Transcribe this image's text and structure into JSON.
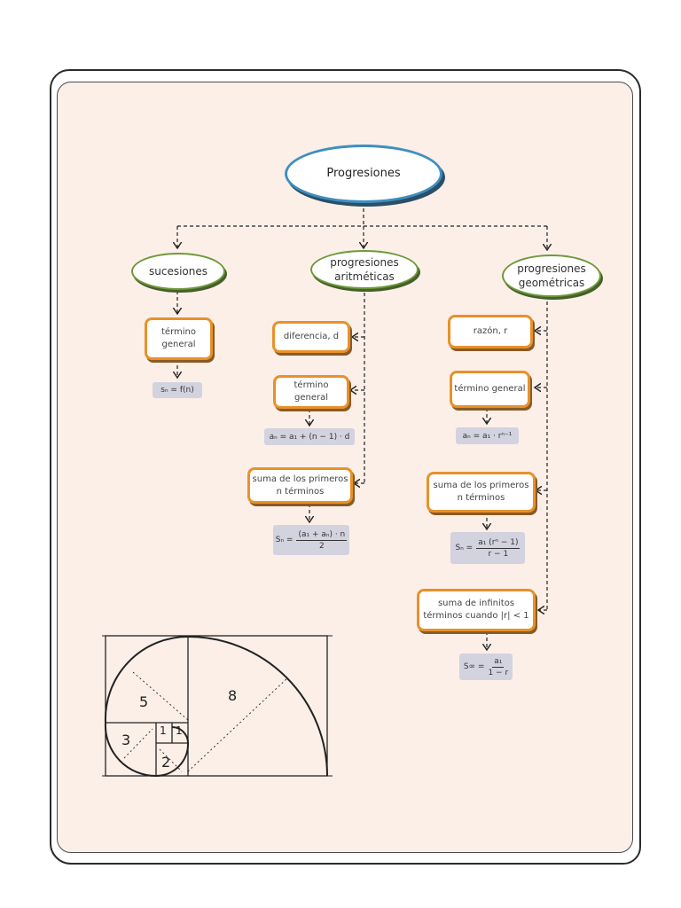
{
  "root": {
    "label": "Progresiones"
  },
  "branches": {
    "sucesiones": {
      "label": "sucesiones",
      "term_box": "término general",
      "formula": "sₙ = f(n)"
    },
    "aritmeticas": {
      "label": "progresiones aritméticas",
      "diff_box": "diferencia, d",
      "term_box": "término general",
      "term_formula": "aₙ = a₁ + (n − 1) · d",
      "sum_box": "suma de los primeros n términos",
      "sum_formula_lhs": "Sₙ =",
      "sum_formula_num": "(a₁ + aₙ) · n",
      "sum_formula_den": "2"
    },
    "geometricas": {
      "label": "progresiones geométricas",
      "ratio_box": "razón, r",
      "term_box": "término general",
      "term_formula": "aₙ = a₁ · rⁿ⁻¹",
      "sum_box": "suma de los primeros n términos",
      "sum_formula_lhs": "Sₙ =",
      "sum_formula_num": "a₁ (rⁿ − 1)",
      "sum_formula_den": "r − 1",
      "inf_box": "suma de infinitos términos cuando |r| < 1",
      "inf_formula_lhs": "S∞ =",
      "inf_formula_num": "a₁",
      "inf_formula_den": "1 − r"
    }
  },
  "fibonacci": {
    "squares": [
      "8",
      "5",
      "3",
      "2",
      "1",
      "1"
    ]
  },
  "colors": {
    "root_border": "#3d8fc1",
    "oval_border": "#6e9a3a",
    "box_border": "#e8912a",
    "formula_bg": "#d3d2df",
    "sheet_bg": "#fcefe8"
  }
}
